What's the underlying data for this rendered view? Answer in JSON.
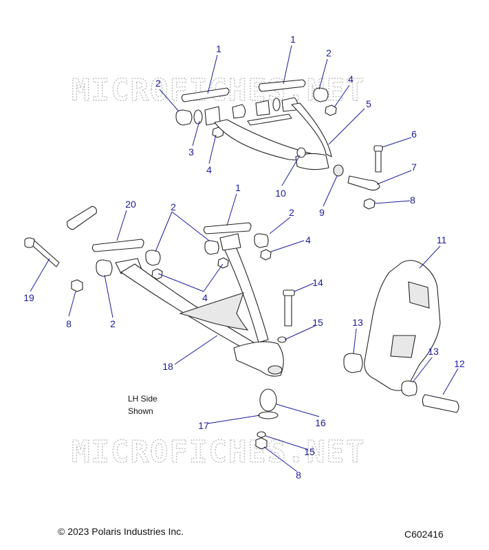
{
  "watermark": "MICROFICHES.NET",
  "note": [
    "LH Side",
    "Shown"
  ],
  "footer": {
    "copyright": "© 2023 Polaris Industries Inc.",
    "code": "C602416"
  },
  "callouts": [
    "1",
    "1",
    "2",
    "4",
    "2",
    "5",
    "3",
    "4",
    "6",
    "10",
    "7",
    "9",
    "8",
    "1",
    "20",
    "2",
    "2",
    "4",
    "11",
    "19",
    "4",
    "14",
    "8",
    "2",
    "15",
    "13",
    "13",
    "18",
    "12",
    "16",
    "17",
    "15",
    "8"
  ],
  "colors": {
    "callout": "#1a1a9c",
    "watermark": "#bdbdbd"
  }
}
